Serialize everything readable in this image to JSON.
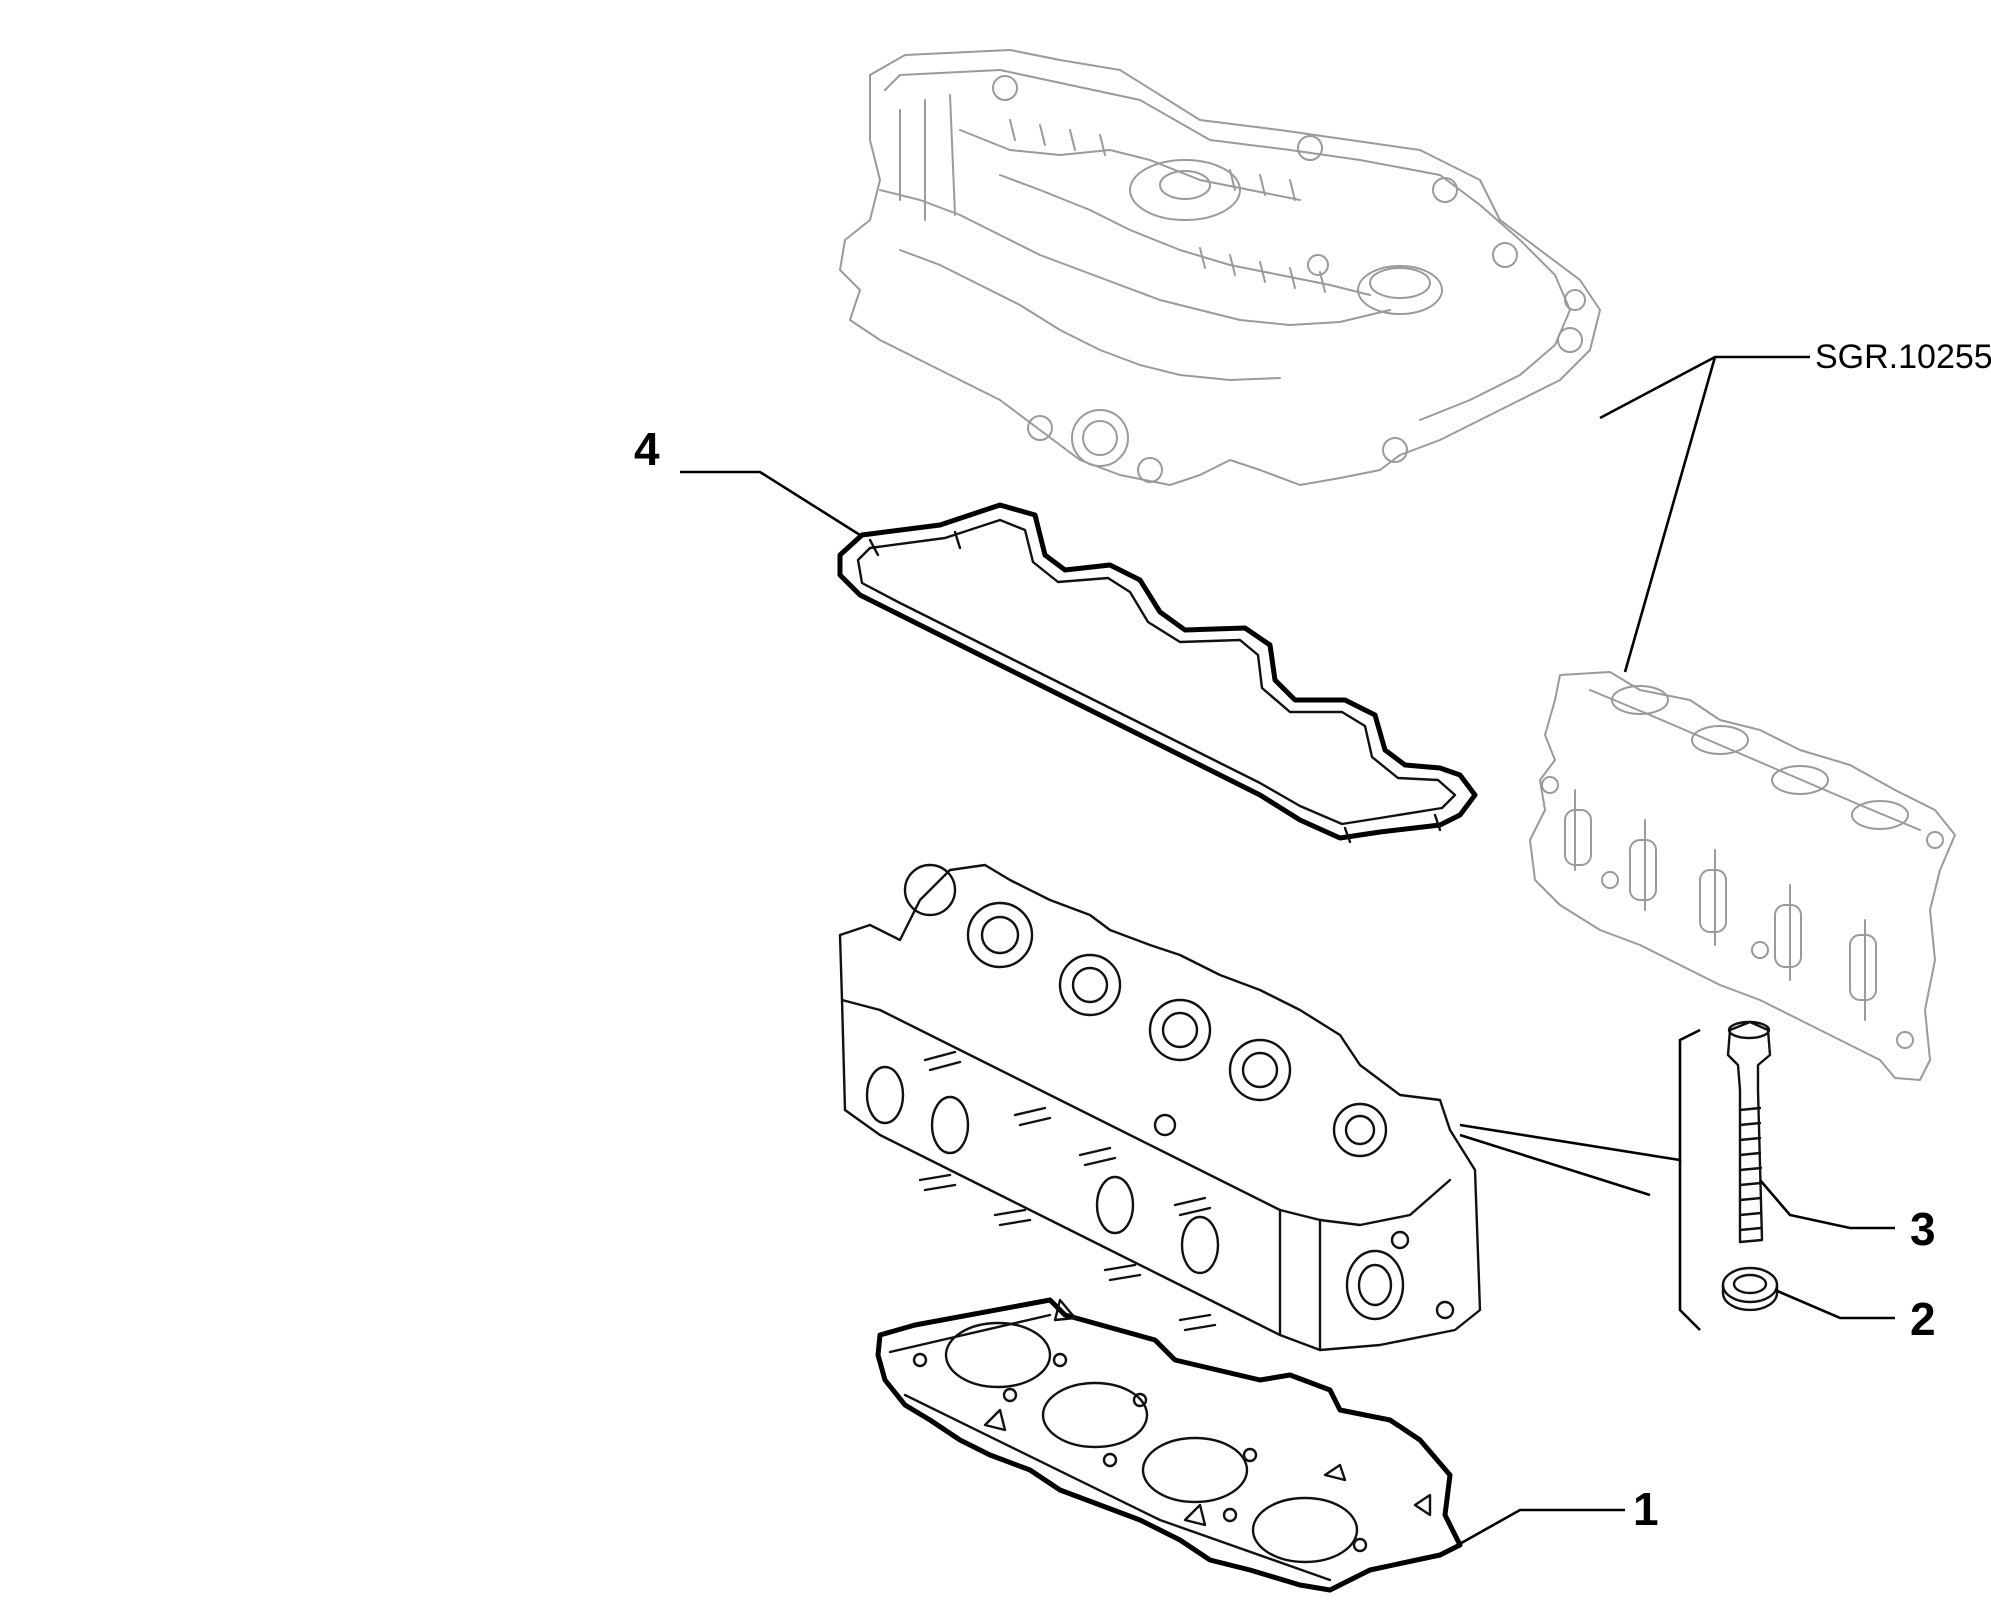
{
  "callouts": [
    {
      "id": "1",
      "label": "1"
    },
    {
      "id": "2",
      "label": "2"
    },
    {
      "id": "3",
      "label": "3"
    },
    {
      "id": "4",
      "label": "4"
    }
  ],
  "reference": {
    "label": "SGR.10255"
  },
  "colors": {
    "ink": "#000000",
    "faint_ink": "#9a9a9a",
    "background": "#ffffff"
  }
}
